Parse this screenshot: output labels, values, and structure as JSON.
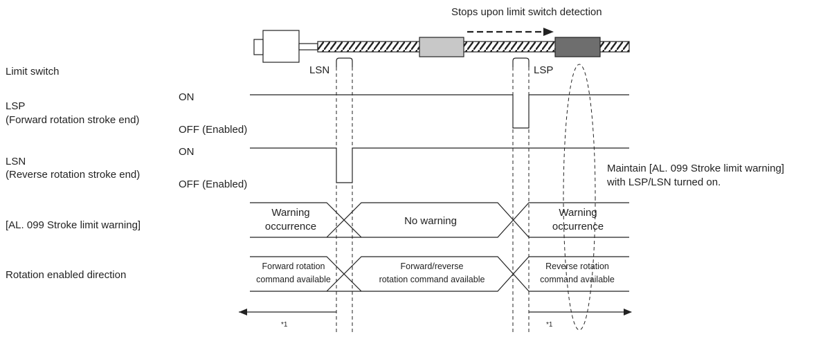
{
  "title": "Stops upon limit switch detection",
  "switch_labels": {
    "lsn": "LSN",
    "lsp": "LSP"
  },
  "rows": {
    "limit_switch": "Limit switch",
    "lsp_name": "LSP",
    "lsp_desc": "(Forward rotation stroke end)",
    "lsn_name": "LSN",
    "lsn_desc": "(Reverse rotation stroke end)",
    "warning": "[AL. 099 Stroke limit warning]",
    "rotation": "Rotation enabled direction"
  },
  "levels": {
    "on": "ON",
    "off": "OFF (Enabled)"
  },
  "warning_states": {
    "left_line1": "Warning",
    "left_line2": "occurrence",
    "middle": "No warning",
    "right_line1": "Warning",
    "right_line2": "occurrence"
  },
  "rotation_states": {
    "left_line1": "Forward rotation",
    "left_line2": "command available",
    "middle_line1": "Forward/reverse",
    "middle_line2": "rotation command available",
    "right_line1": "Reverse rotation",
    "right_line2": "command available"
  },
  "note": {
    "line1": "Maintain [AL. 099 Stroke limit warning]",
    "line2": "with LSP/LSN turned on."
  },
  "footnotes": {
    "left": "*1",
    "right": "*1"
  },
  "colors": {
    "line": "#222222",
    "table_moving": "#c8c8c8",
    "table_stopped": "#6e6e6e"
  }
}
